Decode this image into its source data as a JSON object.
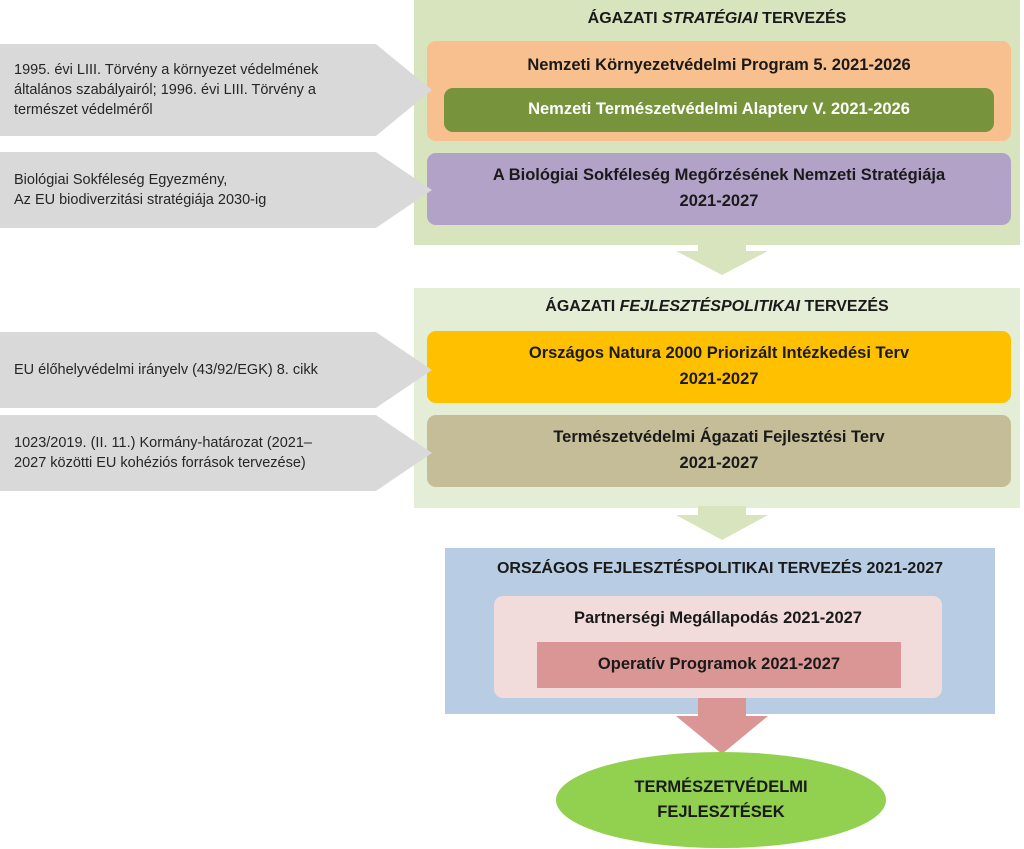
{
  "strategic": {
    "title_part1": "ÁGAZATI ",
    "title_italic": "STRATÉGIAI",
    "title_part2": " TERVEZÉS",
    "env_program": "Nemzeti Környezetvédelmi Program 5. 2021-2026",
    "nature_plan": "Nemzeti Természetvédelmi Alapterv V. 2021-2026",
    "biodiv_line1": "A Biológiai  Sokféleség Megőrzésének Nemzeti Stratégiája",
    "biodiv_line2": "2021-2027"
  },
  "development": {
    "title_part1": "ÁGAZATI ",
    "title_italic": "FEJLESZTÉSPOLITIKAI",
    "title_part2": " TERVEZÉS",
    "natura_line1": "Országos Natura 2000 Priorizált Intézkedési Terv",
    "natura_line2": "2021-2027",
    "sector_line1": "Természetvédelmi Ágazati Fejlesztési Terv",
    "sector_line2": "2021-2027"
  },
  "national": {
    "title": "ORSZÁGOS FEJLESZTÉSPOLITIKAI TERVEZÉS 2021-2027",
    "partnership": "Partnerségi Megállapodás  2021-2027",
    "operative": "Operatív Programok 2021-2027"
  },
  "result": {
    "line1": "TERMÉSZETVÉDELMI",
    "line2": "FEJLESZTÉSEK"
  },
  "sources": {
    "law": [
      "1995. évi LIII. Törvény a környezet védelmének",
      "általános szabályairól; 1996. évi LIII. Törvény a",
      "természet védelméről"
    ],
    "biodiversity": [
      "Biológiai Sokféleség Egyezmény,",
      "Az EU biodiverzitási stratégiája 2030-ig"
    ],
    "habitat": [
      "EU élőhelyvédelmi irányelv (43/92/EGK) 8. cikk"
    ],
    "government": [
      "1023/2019. (II. 11.) Kormány-határozat (2021–",
      "2027 közötti EU kohéziós források tervezése)"
    ]
  }
}
